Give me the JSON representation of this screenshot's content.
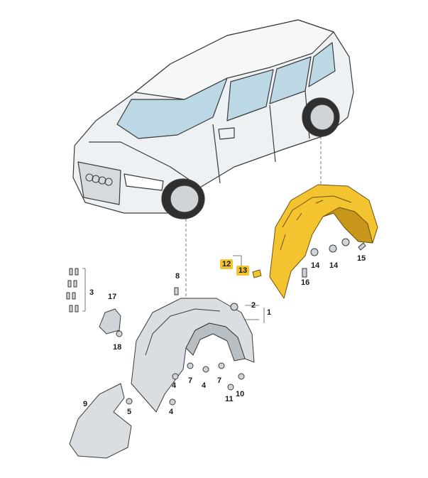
{
  "colors": {
    "line": "#3a3a3a",
    "car_fill": "#eef1f3",
    "glass_fill": "#bcd8e4",
    "liner_fill": "#d9dee2",
    "liner_shade": "#b7bec4",
    "highlight": "#f4c430",
    "highlight_dark": "#c9961c"
  },
  "callouts": {
    "c1": "1",
    "c2": "2",
    "c3": "3",
    "c4a": "4",
    "c4b": "4",
    "c4c": "4",
    "c5": "5",
    "c7a": "7",
    "c7b": "7",
    "c8": "8",
    "c9": "9",
    "c10": "10",
    "c11": "11",
    "c12": "12",
    "c13": "13",
    "c14a": "14",
    "c14b": "14",
    "c15": "15",
    "c16": "16",
    "c17": "17",
    "c18": "18"
  },
  "highlighted": [
    "c12",
    "c13"
  ]
}
